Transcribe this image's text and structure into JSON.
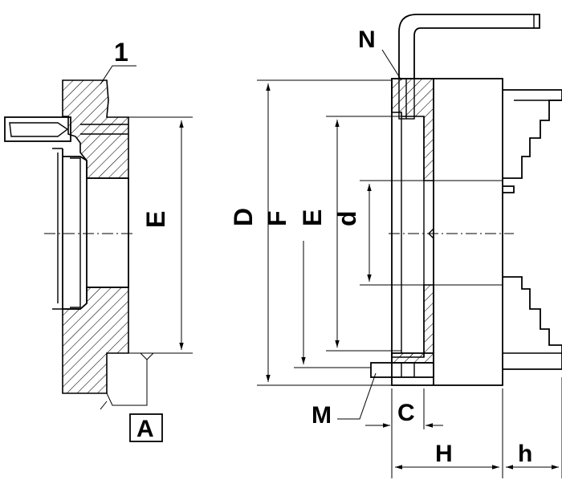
{
  "labels": {
    "part_number": "1",
    "left_height": "E",
    "outer_diameter": "D",
    "dim_f": "F",
    "dim_e": "E",
    "bore": "d",
    "jaw_key": "N",
    "mount_screw": "M",
    "offset_c": "C",
    "body_height": "H",
    "jaw_height": "h",
    "datum": "A"
  }
}
